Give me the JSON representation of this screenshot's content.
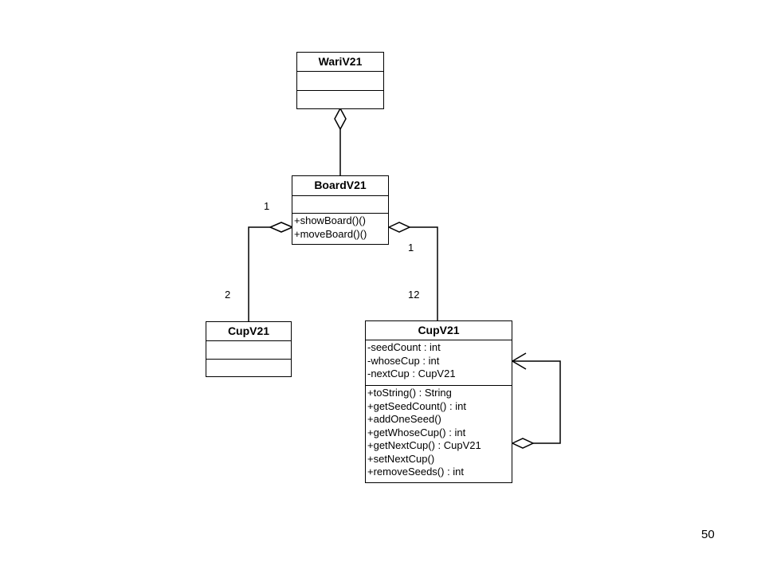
{
  "classes": {
    "wari": {
      "name": "WariV21",
      "attributes": [],
      "methods": []
    },
    "board": {
      "name": "BoardV21",
      "attributes": [],
      "methods": [
        "+showBoard()()",
        "+moveBoard()()"
      ]
    },
    "cup_left": {
      "name": "CupV21",
      "attributes": [],
      "methods": []
    },
    "cup_right": {
      "name": "CupV21",
      "attributes": [
        "-seedCount : int",
        "-whoseCup : int",
        "-nextCup : CupV21"
      ],
      "methods": [
        "+toString() : String",
        "+getSeedCount() : int",
        "+addOneSeed()",
        "+getWhoseCup() : int",
        "+getNextCup() : CupV21",
        "+setNextCup()",
        "+removeSeeds() : int"
      ]
    }
  },
  "multiplicities": {
    "board_left_end": "1",
    "cup_left_end": "2",
    "board_right_end": "1",
    "cup_right_end": "12"
  },
  "page_number": "50"
}
